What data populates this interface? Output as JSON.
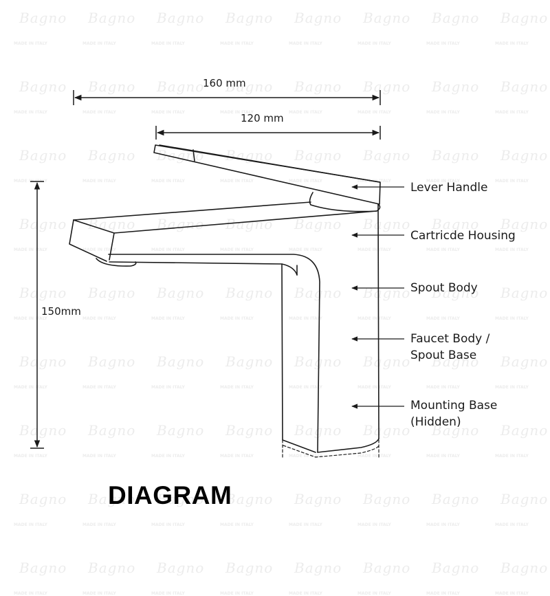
{
  "title": "DIAGRAM",
  "dimensions": {
    "overall_length": "160 mm",
    "spout_reach": "120 mm",
    "height": "150mm"
  },
  "labels": [
    {
      "text": "Lever Handle"
    },
    {
      "text": "Cartricde Housing"
    },
    {
      "text": "Spout Body"
    },
    {
      "text": "Faucet Body /\nSpout Base"
    },
    {
      "text": "Mounting Base\n(Hidden)"
    }
  ],
  "watermark": {
    "brand": "Bagno",
    "tagline": "MADE IN ITALY"
  },
  "colors": {
    "line": "#1a1a1a",
    "background": "#ffffff",
    "watermark": "#ececec"
  }
}
